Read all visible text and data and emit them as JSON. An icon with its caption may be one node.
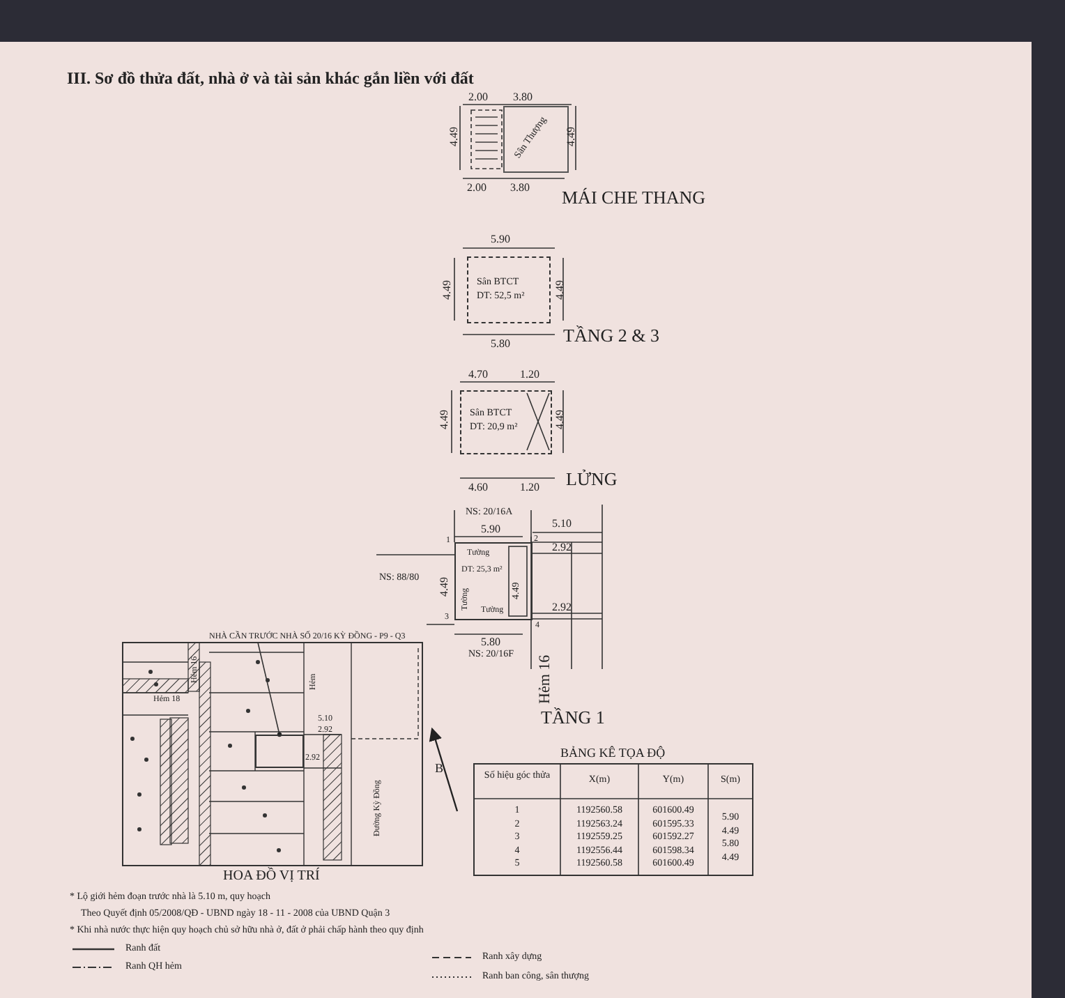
{
  "diagram": {
    "title": "III. Sơ đồ thửa đất, nhà ở và tài sản khác gắn liền với đất",
    "nodes": [
      {
        "text": [
          "Sân Thượng"
        ]
      },
      {
        "text": [
          "Sân BTCT",
          "DT: 52,5 m²"
        ]
      },
      {
        "text": [
          "Sân BTCT",
          "DT: 20,9 m²"
        ]
      },
      {
        "text": [
          "Tường",
          "DT: 25,3 m²",
          "Tường",
          "Tường"
        ]
      },
      {
        "text": [
          "NHÀ CẦN TRƯỚC NHÀ SỐ 20/16 KỲ ĐỒNG - P9 - Q3"
        ]
      },
      {
        "text": [],
        "shape": "box"
      }
    ],
    "edges": [
      {
        "from": 4,
        "to": 5,
        "arrow": "other"
      }
    ],
    "labels": [
      "2.00",
      "3.80",
      "4.49",
      "4.49",
      "2.00",
      "3.80",
      "MÁI CHE THANG",
      "5.90",
      "4.49",
      "4.49",
      "5.80",
      "TẦNG 2 & 3",
      "4.70",
      "1.20",
      "4.49",
      "4.49",
      "4.60",
      "1.20",
      "LỬNG",
      "NS: 20/16A",
      "5.90",
      "5.10",
      "2.92",
      "NS: 88/80",
      "4.49",
      "4.49",
      "2.92",
      "5.80",
      "NS: 20/16F",
      "Hẻm 16",
      "1",
      "2",
      "3",
      "4",
      "TẦNG 1",
      "Hẻm 18",
      "Hẻm 16",
      "Hẻm",
      "5.10",
      "2.92",
      "2.92",
      "Đường Kỳ Đồng",
      "B",
      "HOA ĐỒ VỊ TRÍ",
      "BẢNG KÊ TỌA ĐỘ",
      "Số hiệu góc thửa",
      "X(m)",
      "Y(m)",
      "S(m)",
      "1",
      "1192560.58",
      "601600.49",
      "2",
      "1192563.24",
      "601595.33",
      "5.90",
      "3",
      "1192559.25",
      "601592.27",
      "4.49",
      "4",
      "1192556.44",
      "601598.34",
      "5.80",
      "5",
      "1192560.58",
      "601600.49",
      "4.49",
      "* Lộ giới hẻm đoạn trước nhà là 5.10 m, quy hoạch",
      "Theo Quyết định 05/2008/QĐ - UBND ngày 18 - 11 - 2008 của UBND Quận 3",
      "* Khi nhà nước thực hiện quy hoạch chủ sở hữu nhà ở, đất ở phải chấp hành theo quy định"
    ],
    "legend": [
      {
        "text": "Ranh đất"
      },
      {
        "text": "Ranh QH hẻm"
      },
      {
        "text": "Ranh xây dựng"
      },
      {
        "text": "Ranh ban công, sân thượng"
      }
    ]
  }
}
